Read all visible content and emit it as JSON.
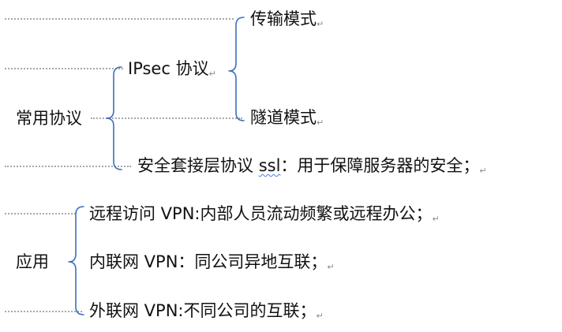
{
  "outline": {
    "protocols": {
      "label": "常用协议",
      "ipsec": {
        "label": "IPsec 协议",
        "modes": [
          "传输模式",
          "隧道模式"
        ]
      },
      "ssl": {
        "prefix": "安全套接层协议 ",
        "term": "ssl",
        "desc": "：用于保障服务器的安全；"
      }
    },
    "applications": {
      "label": "应用",
      "items": [
        "远程访问 VPN:内部人员流动频繁或远程办公；",
        "内联网 VPN：同公司异地互联；",
        "外联网 VPN:不同公司的互联；"
      ]
    },
    "paragraph_mark": "↵"
  },
  "colors": {
    "bracket": "#3d6fbf",
    "dots": "#a8a8a8",
    "spell_squiggle": "#4a7fd6"
  }
}
